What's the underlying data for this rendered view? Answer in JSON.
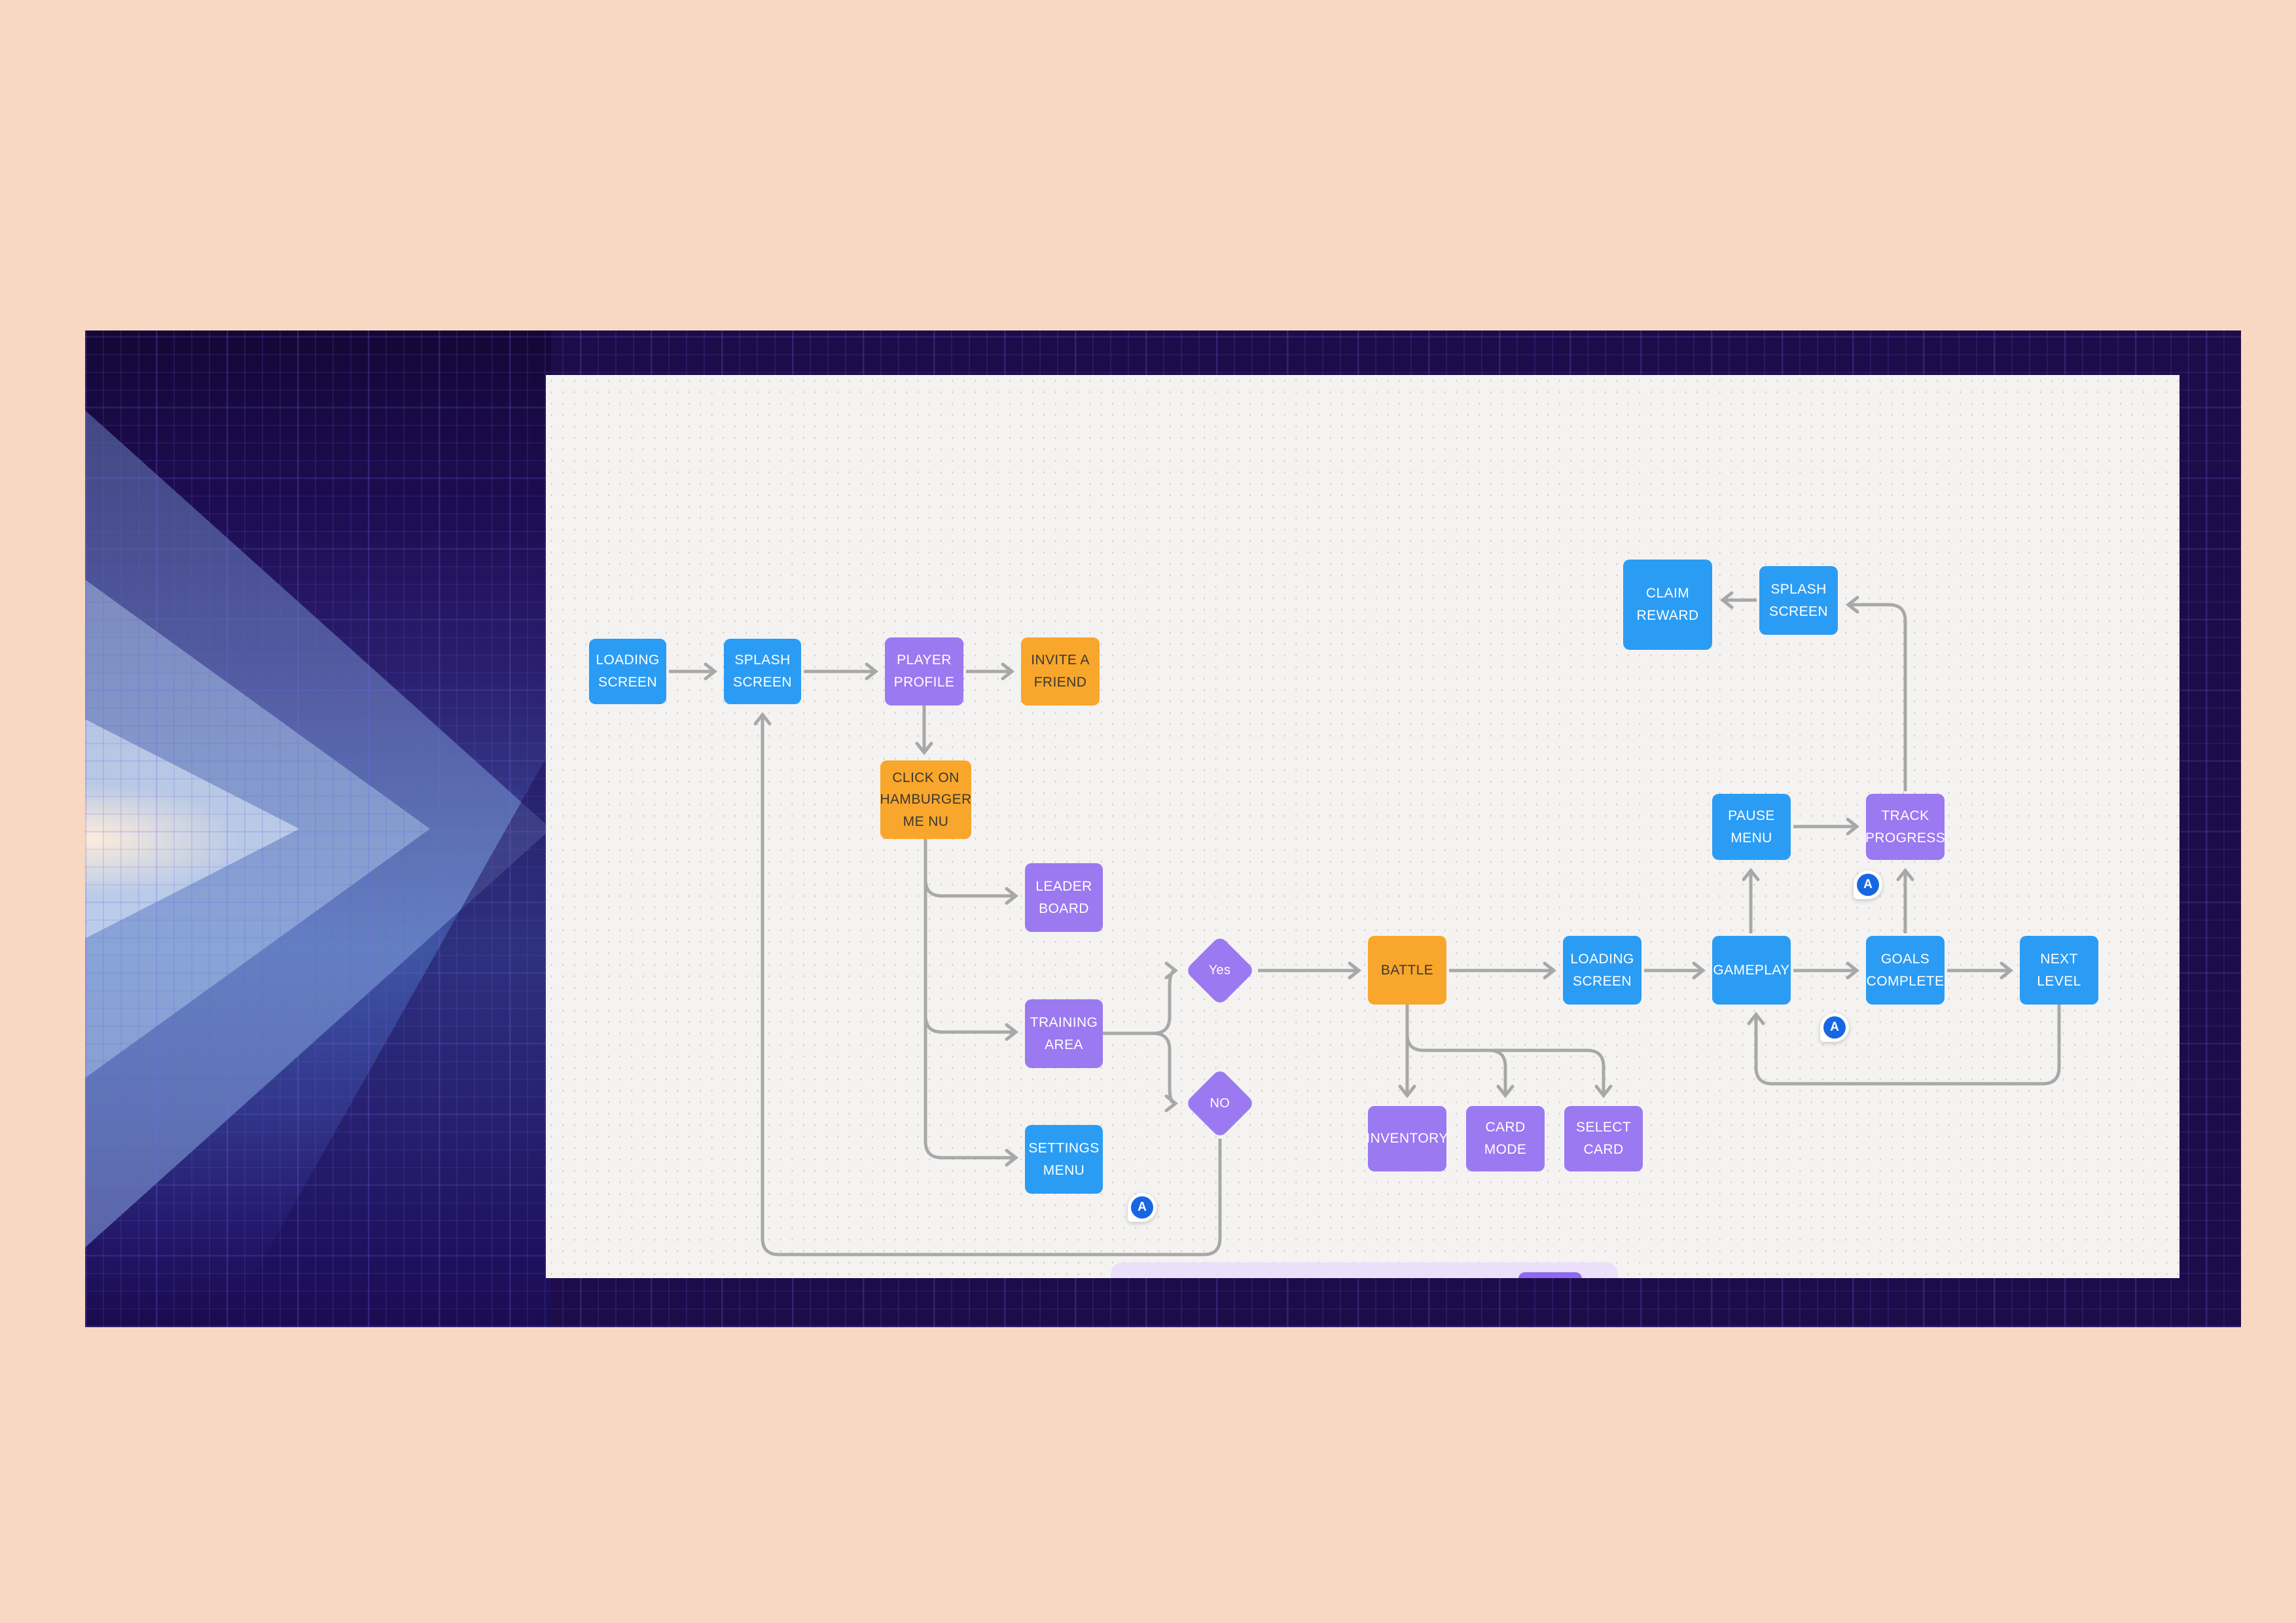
{
  "palette": {
    "page_background": "#f8d8c3",
    "frame_background": "#1d0c49",
    "canvas_background": "#f4f3f1",
    "node_blue": "#2b9cf4",
    "node_purple": "#9b79f0",
    "node_orange": "#f8a72c",
    "connector_gray": "#a8a8a8",
    "badge_blue": "#1767e3",
    "widget_lavender": "#ebdffa",
    "widget_button_purple": "#8f6af0"
  },
  "flowchart": {
    "nodes": [
      {
        "id": "loading-screen-1",
        "label": "LOADING SCREEN",
        "color": "blue"
      },
      {
        "id": "splash-screen-1",
        "label": "SPLASH SCREEN",
        "color": "blue"
      },
      {
        "id": "player-profile",
        "label": "PLAYER PROFILE",
        "color": "purple"
      },
      {
        "id": "invite-a-friend",
        "label": "INVITE A FRIEND",
        "color": "orange"
      },
      {
        "id": "click-on-hamburger-menu",
        "label": "CLICK ON HAMBURGER ME NU",
        "color": "orange"
      },
      {
        "id": "leader-board",
        "label": "LEADER BOARD",
        "color": "purple"
      },
      {
        "id": "training-area",
        "label": "TRAINING AREA",
        "color": "purple"
      },
      {
        "id": "settings-menu",
        "label": "SETTINGS MENU",
        "color": "blue"
      },
      {
        "id": "decision-yes",
        "label": "Yes",
        "color": "purple"
      },
      {
        "id": "decision-no",
        "label": "NO",
        "color": "purple"
      },
      {
        "id": "battle",
        "label": "BATTLE",
        "color": "orange"
      },
      {
        "id": "loading-screen-2",
        "label": "LOADING SCREEN",
        "color": "blue"
      },
      {
        "id": "gameplay",
        "label": "GAMEPLAY",
        "color": "blue"
      },
      {
        "id": "goals-complete",
        "label": "GOALS COMPLETE",
        "color": "blue"
      },
      {
        "id": "next-level",
        "label": "NEXT LEVEL",
        "color": "blue"
      },
      {
        "id": "inventory",
        "label": "INVENTORY",
        "color": "purple"
      },
      {
        "id": "card-mode",
        "label": "CARD MODE",
        "color": "purple"
      },
      {
        "id": "select-card",
        "label": "SELECT CARD",
        "color": "purple"
      },
      {
        "id": "pause-menu",
        "label": "PAUSE MENU",
        "color": "blue"
      },
      {
        "id": "track-progress",
        "label": "TRACK PROGRESS",
        "color": "purple"
      },
      {
        "id": "claim-reward",
        "label": "CLAIM REWARD",
        "color": "blue"
      },
      {
        "id": "splash-screen-2",
        "label": "SPLASH SCREEN",
        "color": "blue"
      }
    ],
    "collaborator_badge": {
      "label": "A"
    }
  }
}
